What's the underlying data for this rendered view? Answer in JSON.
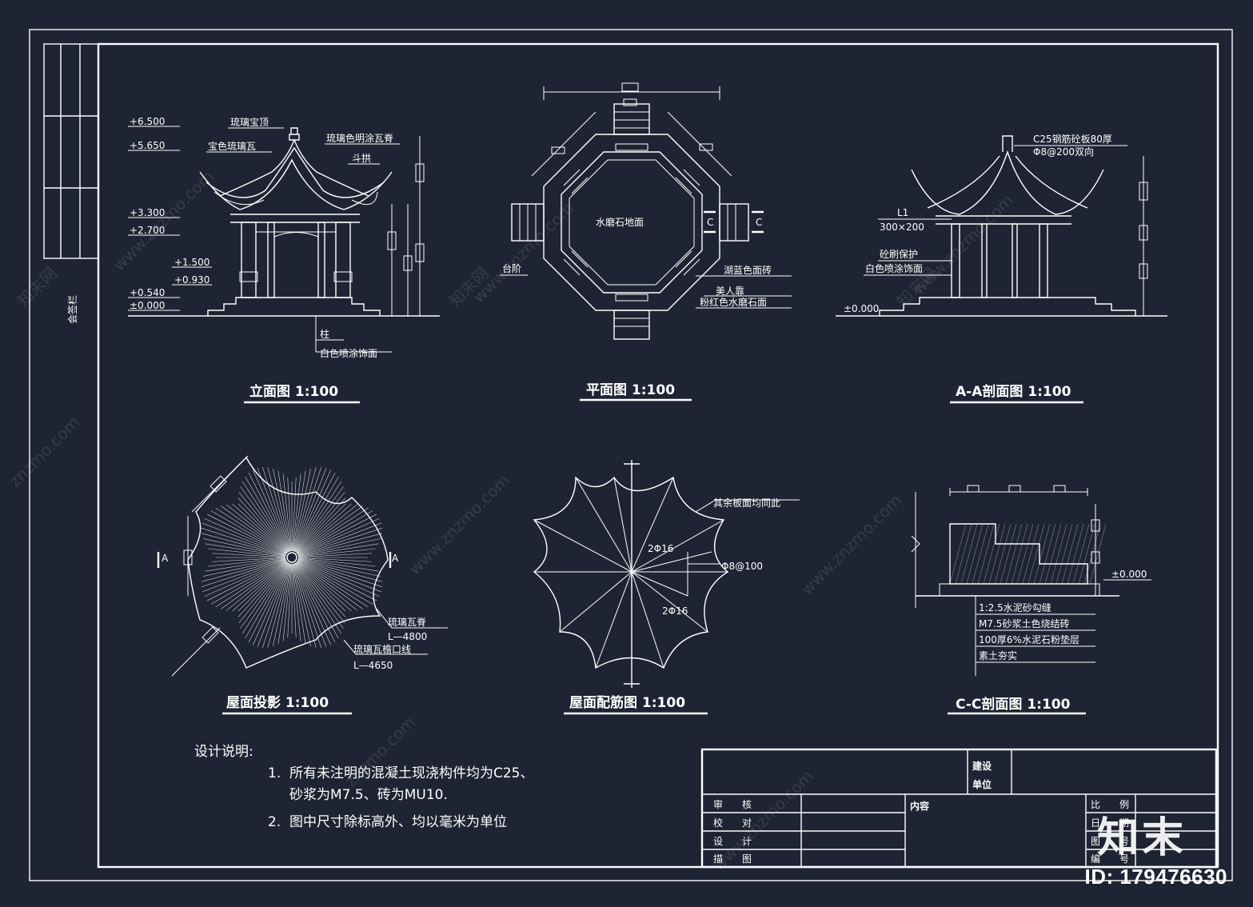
{
  "sheet": {
    "stamp": "会签栏"
  },
  "drawings": {
    "elevation": {
      "title": "立面图 1:100",
      "levels": [
        "+6.500",
        "+5.650",
        "+3.300",
        "+2.700",
        "+1.500",
        "+0.930",
        "+0.540",
        "±0.000"
      ],
      "notes": [
        "琉璃宝顶",
        "宝色琉璃瓦",
        "琉璃色明涂瓦脊",
        "斗拱",
        "柱",
        "白色喷涂饰面"
      ]
    },
    "plan": {
      "title": "平面图 1:100",
      "notes": [
        "水磨石地面",
        "台阶",
        "湖蓝色面砖",
        "美人靠",
        "粉红色水磨石面"
      ],
      "section_mark": "C"
    },
    "section_aa": {
      "title": "A-A剖面图 1:100",
      "notes": [
        "C25钢筋砼板80厚",
        "Φ8@200双向",
        "L1",
        "300×200",
        "砼刷保护",
        "白色喷涂饰面"
      ],
      "level": "±0.000"
    },
    "roof_projection": {
      "title": "屋面投影 1:100",
      "notes": [
        "琉璃瓦脊",
        "L—4800",
        "琉璃瓦檐口线",
        "L—4650"
      ],
      "section_mark": "A"
    },
    "roof_rebar": {
      "title": "屋面配筋图 1:100",
      "notes": [
        "其余板面均同此",
        "2Φ16",
        "Φ8@100",
        "2Φ16"
      ]
    },
    "section_cc": {
      "title": "C-C剖面图 1:100",
      "level": "±0.000",
      "layers": [
        "1:2.5水泥砂勾缝",
        "M7.5砂浆土色烧结砖",
        "100厚6%水泥石粉垫层",
        "素土夯实"
      ]
    }
  },
  "design_notes": {
    "heading": "设计说明:",
    "items": [
      {
        "num": "1.",
        "text": "所有未注明的混凝土现浇构件均为C25、"
      },
      {
        "num": "",
        "text": "砂浆为M7.5、砖为MU10."
      },
      {
        "num": "2.",
        "text": "图中尺寸除标高外、均以毫米为单位"
      }
    ]
  },
  "title_block": {
    "client_label": "建设\n单位",
    "content_label": "内容",
    "rows": [
      "审　　核",
      "校　　对",
      "设　　计",
      "描　　图"
    ],
    "right_rows": [
      "比　　例",
      "日　　期",
      "图　　号",
      "编　　号"
    ]
  },
  "watermark": {
    "brand": "知末",
    "id_text": "ID: 179476630",
    "site": "www.znzmo.com",
    "site_short": "znzmo.com",
    "brand_cn": "知末网"
  }
}
